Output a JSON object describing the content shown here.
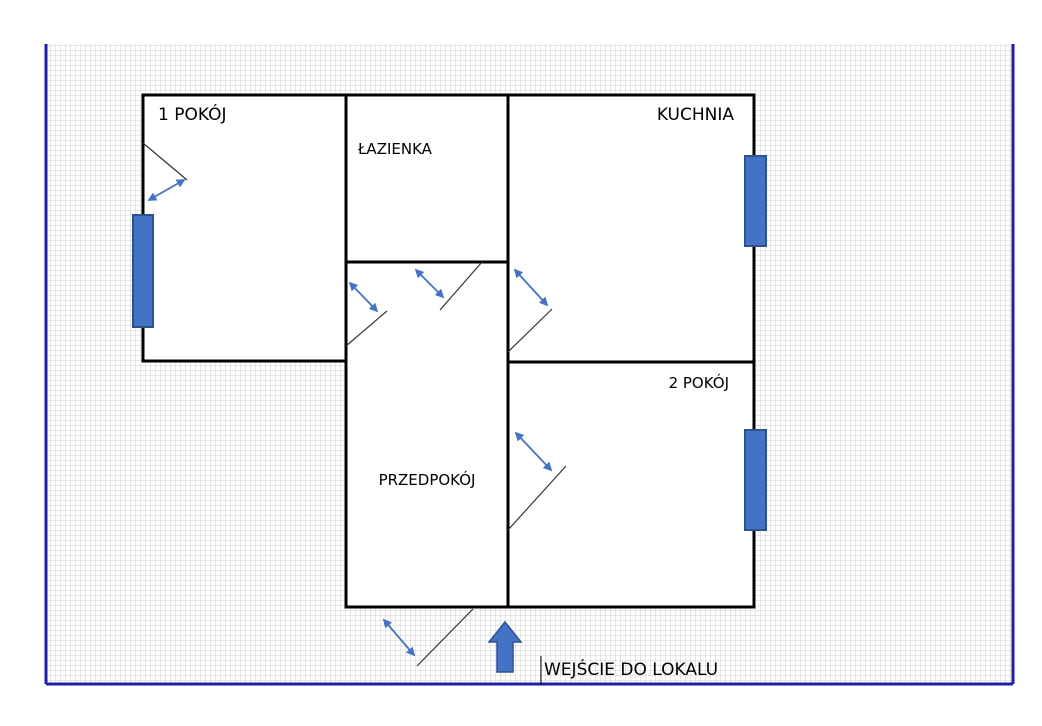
{
  "rooms": {
    "pokoj_1": "1 POKÓJ",
    "lazienka": "ŁAZIENKA",
    "kuchnia": "KUCHNIA",
    "pokoj_2": "2 POKÓJ",
    "przedpokoj": "PRZEDPOKÓJ"
  },
  "entrance": {
    "label": "WEJŚCIE DO LOKALU"
  },
  "colors": {
    "wall": "#000000",
    "window_fill": "#4472c4",
    "window_stroke": "#2f528f",
    "door_arrow": "#4472c4",
    "frame_border": "#1f1fa8",
    "grid_line": "#cfcfcf",
    "background": "#ffffff"
  }
}
